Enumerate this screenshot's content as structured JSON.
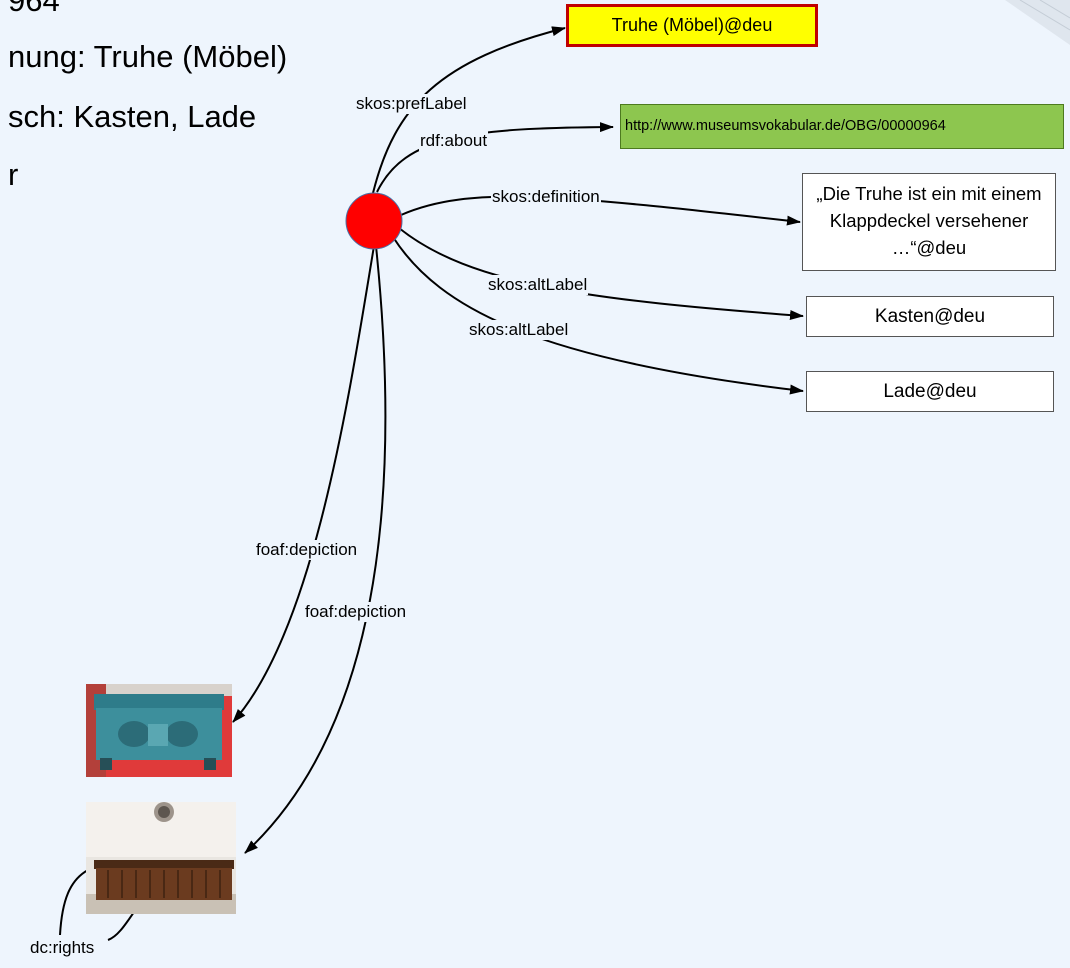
{
  "slide_text": {
    "line1": "964",
    "line2": "nung: Truhe (Möbel)",
    "line3": "sch: Kasten, Lade",
    "line4": "r"
  },
  "nodes": {
    "pref_label": "Truhe (Möbel)@deu",
    "uri": "http://www.museumsvokabular.de/OBG/00000964",
    "definition": "„Die Truhe ist ein mit einem Klappdeckel versehener …“@deu",
    "alt_label_1": "Kasten@deu",
    "alt_label_2": "Lade@deu"
  },
  "edges": {
    "pref_label": "skos:prefLabel",
    "about": "rdf:about",
    "definition": "skos:definition",
    "alt_label_1": "skos:altLabel",
    "alt_label_2": "skos:altLabel",
    "depiction_1": "foaf:depiction",
    "depiction_2": "foaf:depiction",
    "rights": "dc:rights"
  },
  "colors": {
    "subject_node": "#ff0000",
    "pref_label_fill": "#ffff00",
    "pref_label_border": "#c00000",
    "uri_fill": "#8dc64f"
  }
}
